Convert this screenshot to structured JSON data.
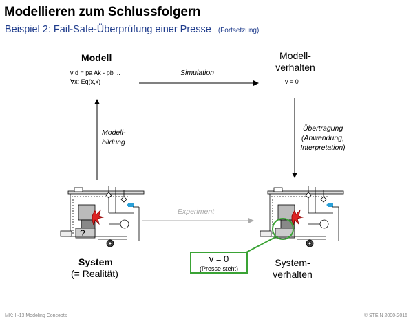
{
  "title": "Modellieren zum Schlussfolgern",
  "subtitle": "Beispiel 2: Fail-Safe-Überprüfung einer Presse",
  "subtitle_note": "(Fortsetzung)",
  "modell": {
    "heading": "Modell",
    "formula1": "v d = pa Ak - pb ...",
    "formula2": "∀x: Eq(x,x)",
    "formula3": "..."
  },
  "modellverhalten": {
    "heading_line1": "Modell-",
    "heading_line2": "verhalten",
    "value": "v = 0"
  },
  "arrows": {
    "simulation": "Simulation",
    "modellbildung_line1": "Modell-",
    "modellbildung_line2": "bildung",
    "uebertragung_line1": "Übertragung",
    "uebertragung_line2": "(Anwendung,",
    "uebertragung_line3": "Interpretation)",
    "experiment": "Experiment"
  },
  "system": {
    "heading": "System",
    "sub": "(= Realität)"
  },
  "systemverhalten": {
    "line1": "System-",
    "line2": "verhalten"
  },
  "callout": {
    "main": "v = 0",
    "sub": "(Presse steht)"
  },
  "footer": {
    "left": "MK:III-13   Modeling Concepts",
    "right": "© STEIN 2000-2015"
  },
  "colors": {
    "subtitle": "#1f3c8c",
    "highlight": "#3aa335",
    "experiment_arrow": "#aaaaaa"
  }
}
